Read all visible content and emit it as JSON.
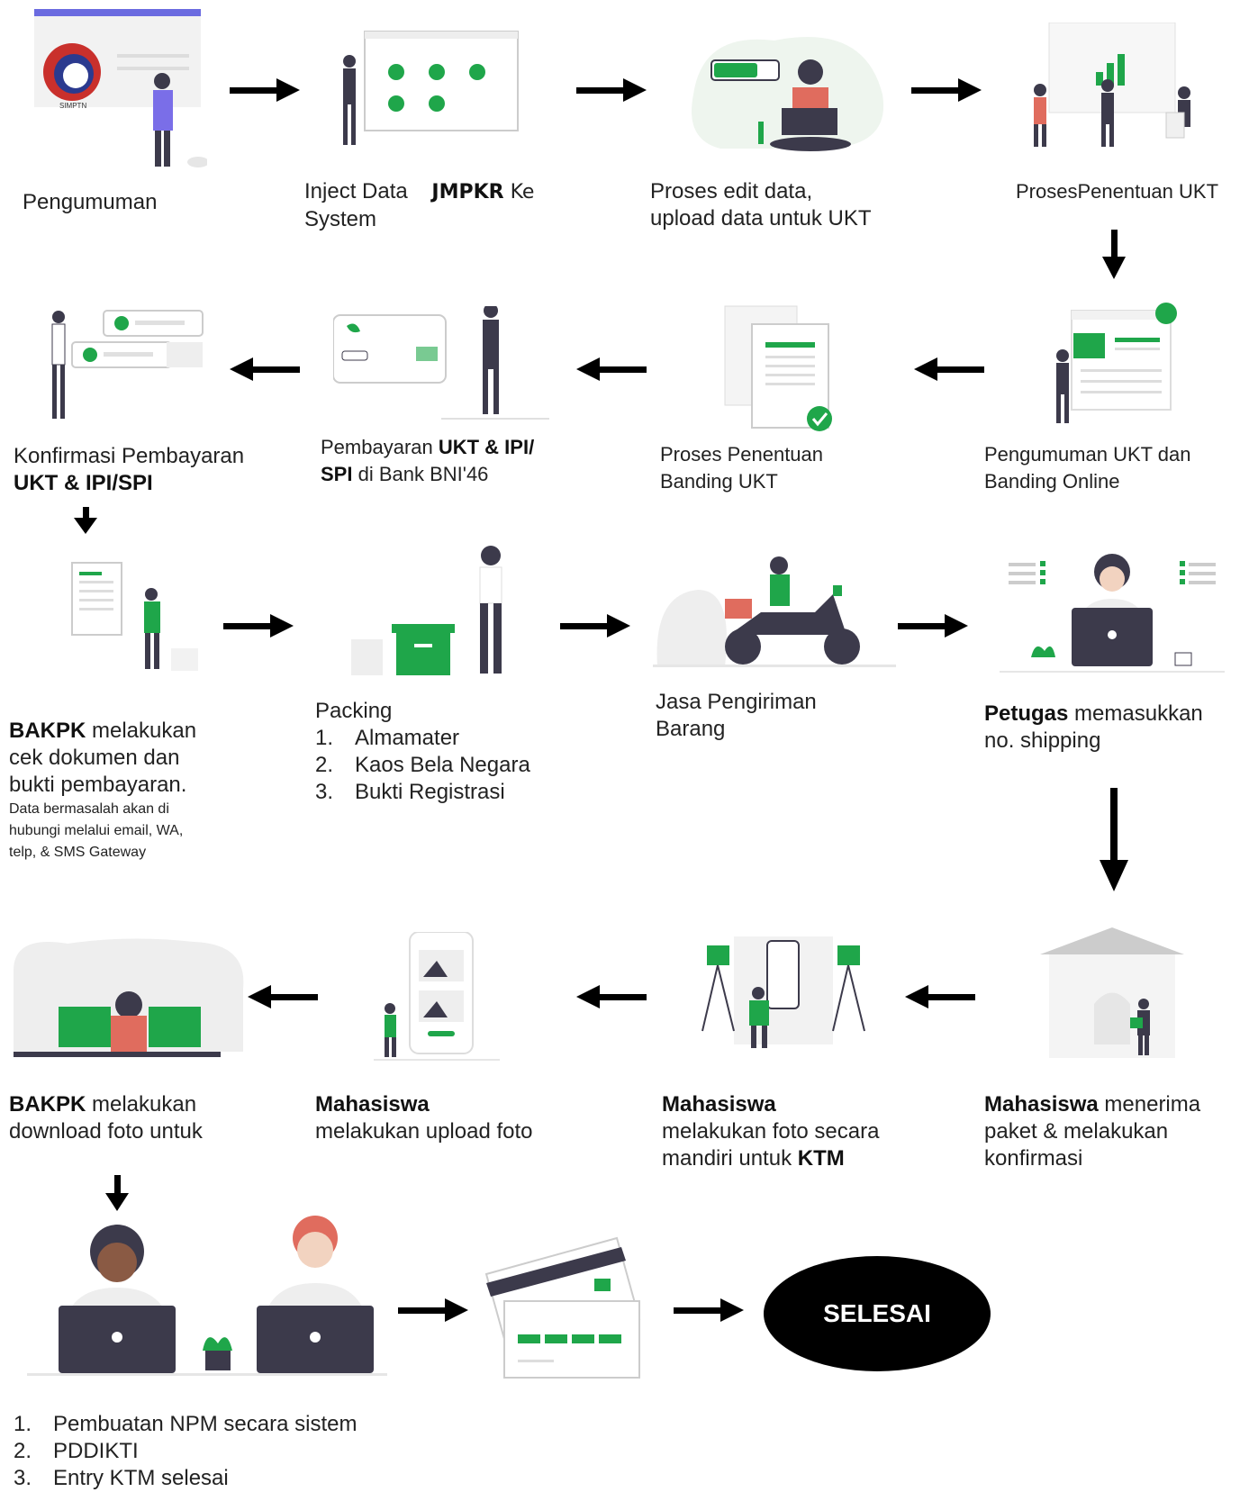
{
  "steps": {
    "s1": {
      "label": "Pengumuman"
    },
    "s2": {
      "line1": "Inject Data",
      "bold": "JMPKR",
      "after": " Ke",
      "line2": "System"
    },
    "s3": {
      "line1": "Proses edit data,",
      "line2": "upload data untuk UKT"
    },
    "s4": {
      "label": "ProsesPenentuan UKT"
    },
    "s5": {
      "line1": "Pengumuman UKT dan",
      "line2": "Banding Online"
    },
    "s6": {
      "line1": "Proses Penentuan",
      "line2": "Banding UKT"
    },
    "s7": {
      "pre": "Pembayaran ",
      "bold1": "UKT & IPI/",
      "bold2": "SPI",
      "post": " di Bank BNI'46"
    },
    "s8": {
      "line1": "Konfirmasi Pembayaran",
      "bold": "UKT & IPI/SPI"
    },
    "s9": {
      "bold": "BAKPK",
      "line1": " melakukan",
      "line2": "cek dokumen dan",
      "line3": "bukti pembayaran.",
      "note1": "Data bermasalah akan di",
      "note2": "hubungi melalui email, WA,",
      "note3": "telp, & SMS Gateway"
    },
    "s10": {
      "title": "Packing",
      "items": [
        {
          "n": "1.",
          "t": "Almamater"
        },
        {
          "n": "2.",
          "t": "Kaos Bela Negara"
        },
        {
          "n": "3.",
          "t": "Bukti Registrasi"
        }
      ]
    },
    "s11": {
      "line1": "Jasa Pengiriman",
      "line2": "Barang"
    },
    "s12": {
      "bold": "Petugas",
      "line1": " memasukkan",
      "line2": "no. shipping"
    },
    "s13": {
      "bold": "Mahasiswa",
      "line1": " menerima",
      "line2": "paket & melakukan",
      "line3": "konfirmasi"
    },
    "s14": {
      "bold": "Mahasiswa",
      "line2": "melakukan foto secara",
      "line3pre": "mandiri untuk ",
      "line3bold": "KTM"
    },
    "s15": {
      "bold": "Mahasiswa",
      "line2": "melakukan upload foto"
    },
    "s16": {
      "bold": "BAKPK",
      "line1": " melakukan",
      "line2": "download foto untuk"
    },
    "s17": {
      "items": [
        {
          "n": "1.",
          "t": "Pembuatan NPM secara sistem"
        },
        {
          "n": "2.",
          "t": "PDDIKTI"
        },
        {
          "n": "3.",
          "t": "Entry KTM selesai"
        }
      ]
    },
    "end": {
      "label": "SELESAI"
    }
  },
  "illustrations": {
    "logo_text": "SIMPTN",
    "colors": {
      "accent": "#1fa64a",
      "dark": "#3c3a4b",
      "light": "#eeeeee"
    }
  }
}
